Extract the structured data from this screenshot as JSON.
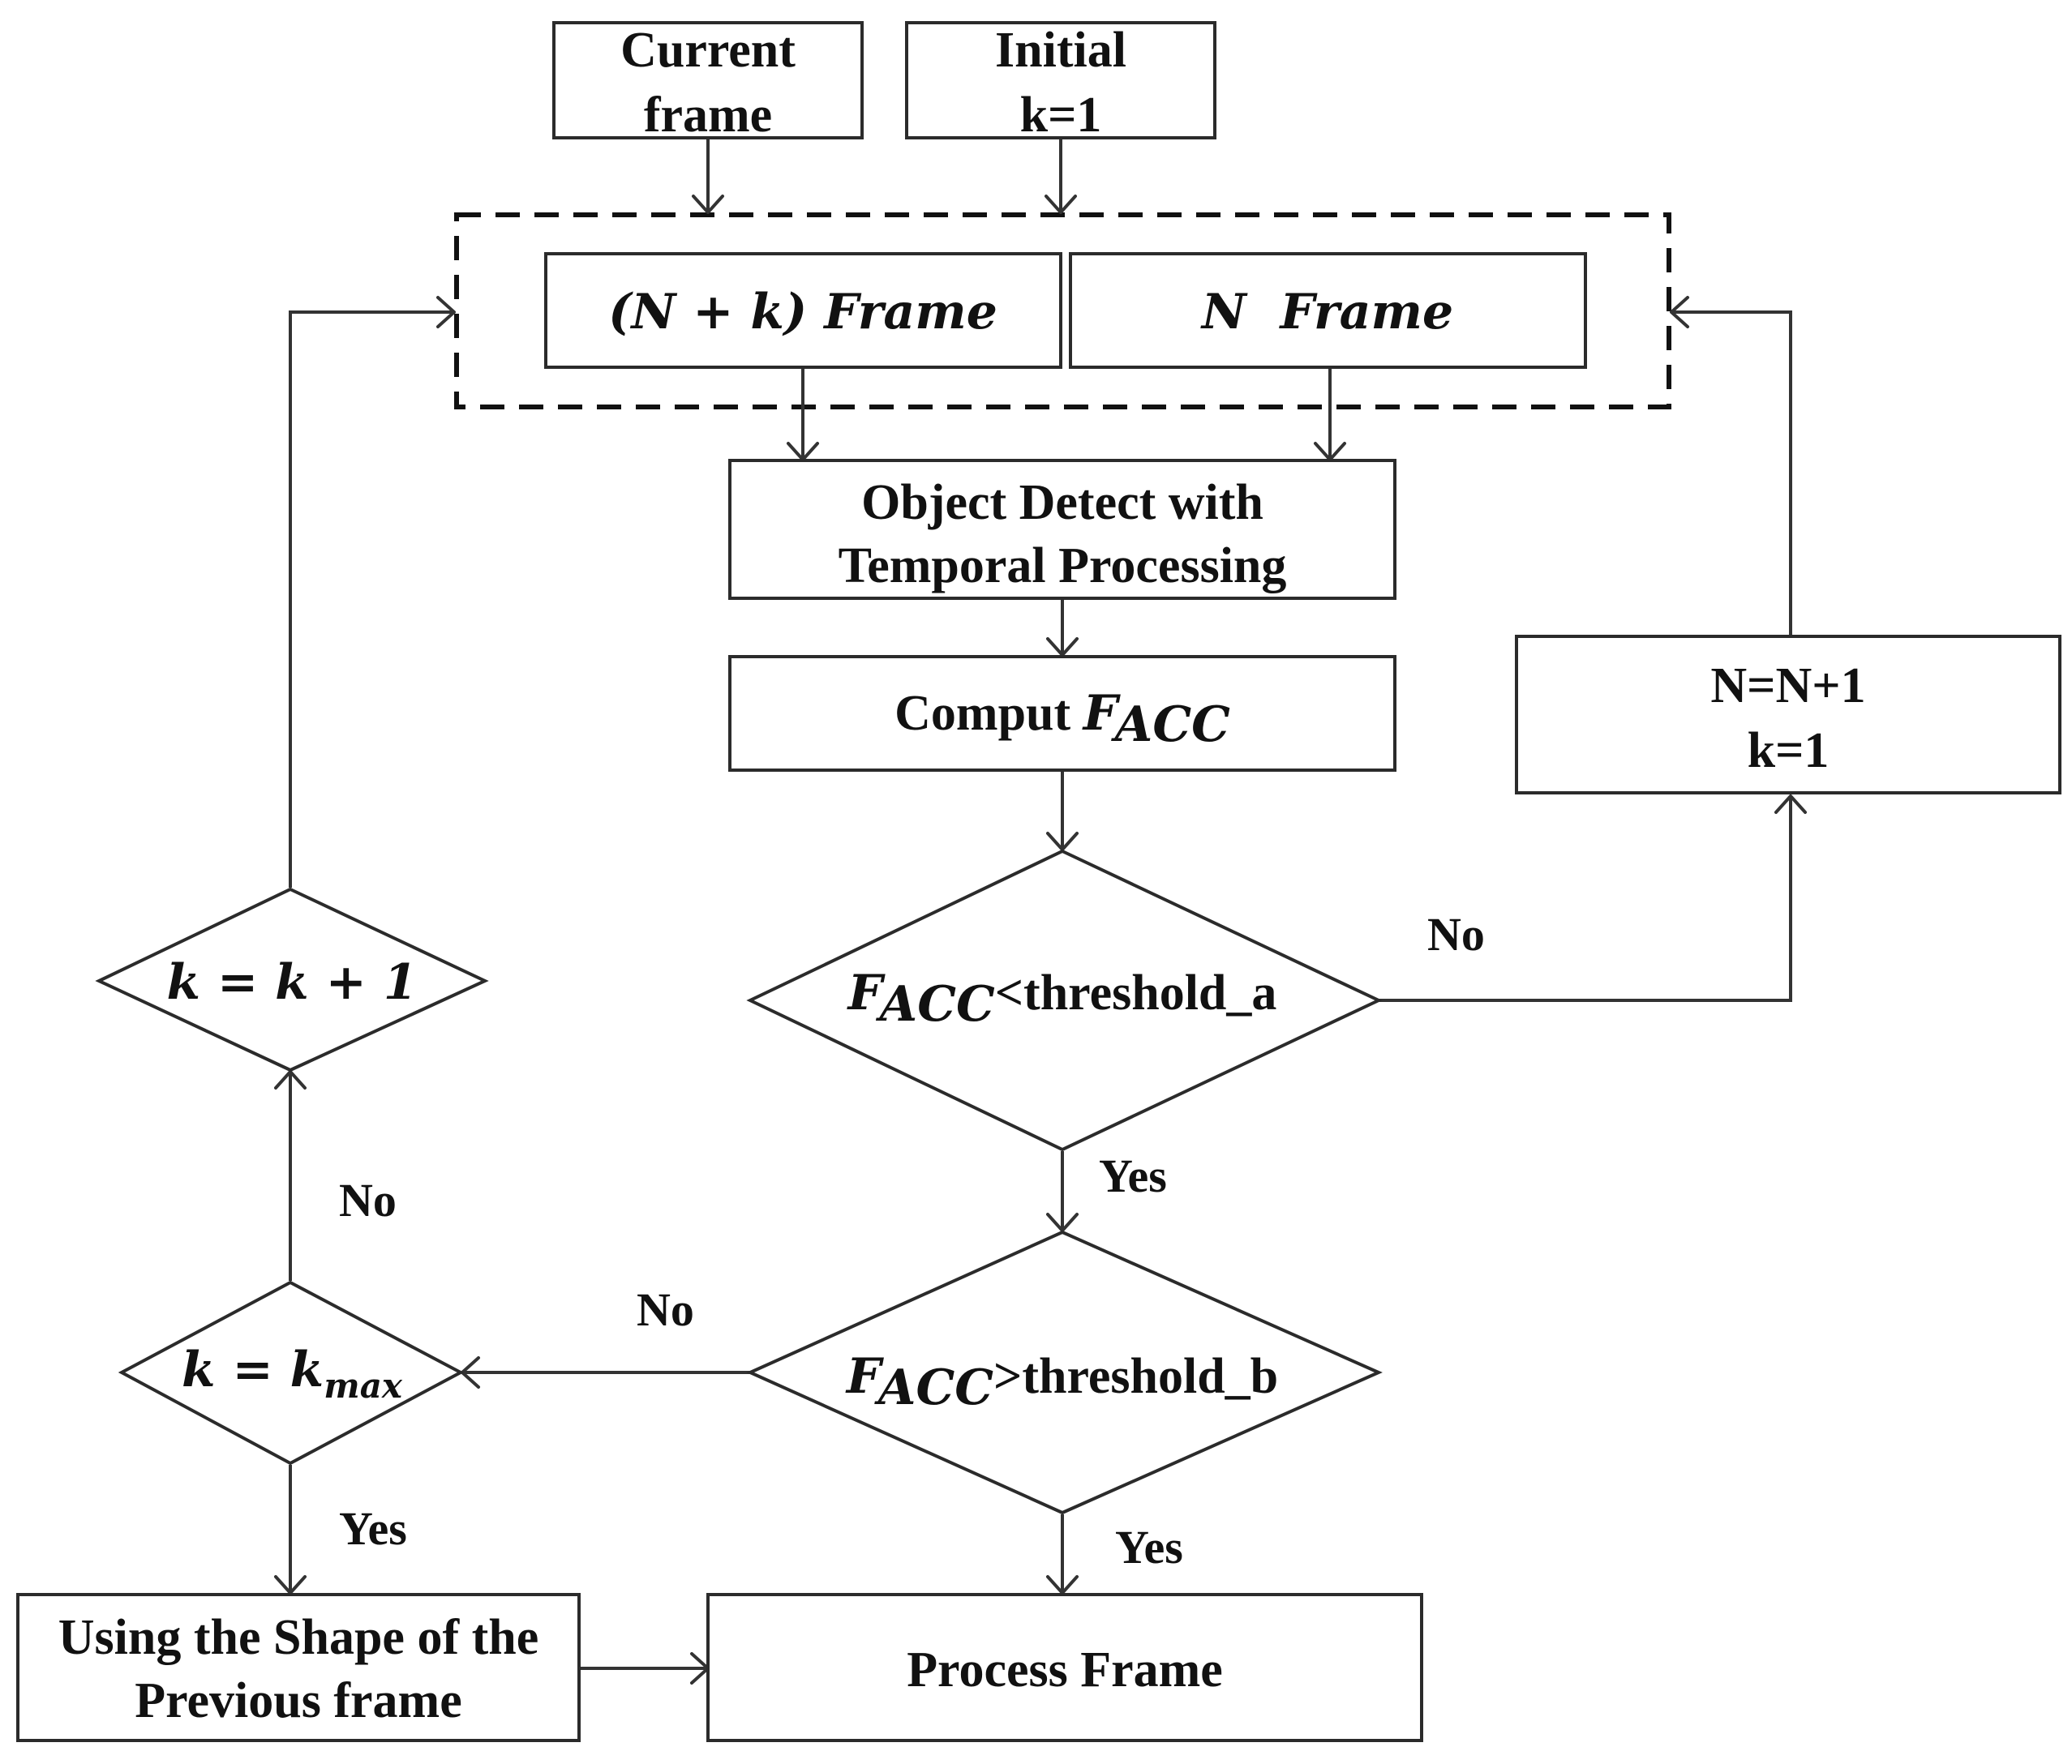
{
  "nodes": {
    "current_frame": [
      "Current",
      "frame"
    ],
    "initial": [
      "Initial",
      "k=1"
    ],
    "nk_frame": "(N + k) Frame",
    "n_frame": "N  Frame",
    "object_detect": [
      "Object Detect with",
      "Temporal Processing"
    ],
    "comput": {
      "text": "Comput ",
      "var": "F",
      "sub": "ACC"
    },
    "update": [
      "N=N+1",
      "k=1"
    ],
    "decision_a": {
      "var": "F",
      "sub": "ACC",
      "text": "<threshold_a"
    },
    "decision_b": {
      "var": "F",
      "sub": "ACC",
      "text": ">threshold_b"
    },
    "k_increment": "k = k + 1",
    "k_max": {
      "text": "k = k",
      "sub": "max"
    },
    "using_shape": [
      "Using the Shape of the",
      "Previous frame"
    ],
    "process_frame": "Process Frame"
  },
  "edge_labels": {
    "a_no": "No",
    "a_yes": "Yes",
    "b_no": "No",
    "b_yes": "Yes",
    "kmax_no": "No",
    "kmax_yes": "Yes"
  }
}
